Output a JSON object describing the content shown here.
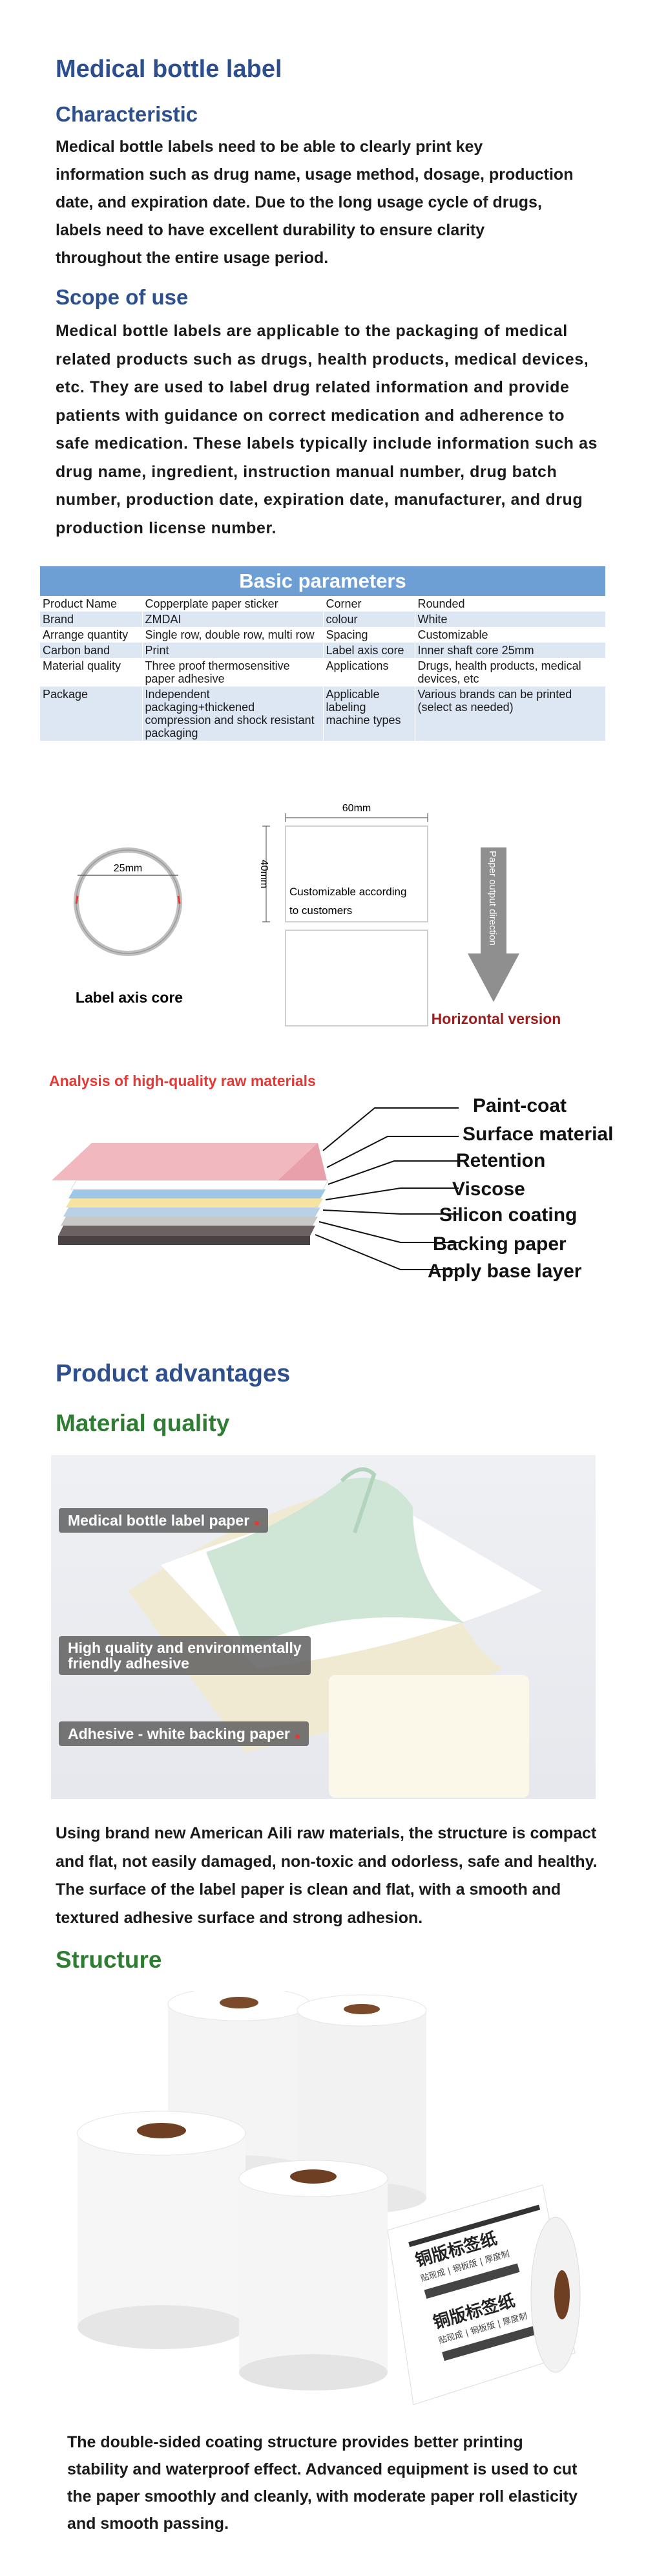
{
  "header": {
    "title": "Medical bottle label"
  },
  "characteristic": {
    "heading": "Characteristic",
    "lines": [
      "Medical bottle labels need to be able to clearly print key",
      "information such as drug name, usage method, dosage, production",
      "date, and expiration date. Due to the long usage cycle of drugs,",
      "labels need to have excellent durability to ensure clarity",
      "throughout the entire usage period."
    ]
  },
  "scope": {
    "heading": "Scope of use",
    "lines": [
      "Medical bottle labels are applicable to the packaging of medical",
      "related products such as drugs, health products, medical devices,",
      "etc. They are used to label drug related information and provide",
      "patients with guidance on correct medication and adherence to",
      "safe medication. These labels typically include information such as",
      "drug name, ingredient, instruction manual number, drug batch",
      "number, production date, expiration date, manufacturer, and drug",
      "production license number."
    ]
  },
  "params": {
    "title": "Basic parameters",
    "rows": [
      {
        "k1": "Product Name",
        "v1": "Copperplate paper sticker",
        "k2": "Corner",
        "v2": "Rounded"
      },
      {
        "k1": "Brand",
        "v1": "ZMDAI",
        "k2": "colour",
        "v2": "White"
      },
      {
        "k1": "Arrange quantity",
        "v1": "Single row, double row, multi row",
        "k2": "Spacing",
        "v2": "Customizable"
      },
      {
        "k1": "Carbon band",
        "v1": "Print",
        "k2": "Label axis core",
        "v2": "Inner shaft core 25mm"
      },
      {
        "k1": "Material quality",
        "v1": "Three proof thermosensitive paper adhesive",
        "k2": "Applications",
        "v2": "Drugs, health products, medical devices, etc"
      },
      {
        "k1": "Package",
        "v1": "Independent packaging+thickened compression and shock resistant packaging",
        "k2": "Applicable labeling machine types",
        "v2": "Various brands can be printed (select as needed)"
      }
    ]
  },
  "diagram": {
    "core_dim": "25mm",
    "core_label": "Label axis core",
    "width_dim": "60mm",
    "height_dim": "40mm",
    "custom_text_1": "Customizable according",
    "custom_text_2": "to customers",
    "arrow_text": "Paper output direction",
    "orientation": "Horizontal version"
  },
  "layers": {
    "analysis_title": "Analysis of high-quality raw materials",
    "items": [
      "Paint-coat",
      "Surface material",
      "Retention",
      "Viscose",
      "Silicon coating",
      "Backing paper",
      "Apply base layer"
    ],
    "colors": [
      "#f2b8bf",
      "#ffffff",
      "#9ec6e8",
      "#f6e3a0",
      "#b8d1e6",
      "#c8c8c8",
      "#6c6262"
    ]
  },
  "advantages": {
    "heading": "Product advantages",
    "material_heading": "Material quality",
    "callout_1": "Medical bottle label paper",
    "callout_2_line1": "High quality and environmentally",
    "callout_2_line2": "friendly adhesive",
    "callout_3": "Adhesive - white backing paper",
    "lines": [
      "Using brand new American Aili raw materials, the structure is compact",
      "and flat, not easily damaged, non-toxic and odorless, safe and healthy.",
      "The surface of the label paper is clean and flat, with a smooth and",
      "textured adhesive surface and strong adhesion."
    ]
  },
  "structure": {
    "heading": "Structure",
    "label_text": "铜版标签纸",
    "label_sub": "贴现成 | 铜板版 | 厚度制",
    "lines": [
      "The double-sided coating structure provides better printing",
      "stability and waterproof effect. Advanced equipment is used to cut",
      "the paper smoothly and cleanly, with moderate paper roll elasticity",
      "and smooth passing."
    ]
  }
}
